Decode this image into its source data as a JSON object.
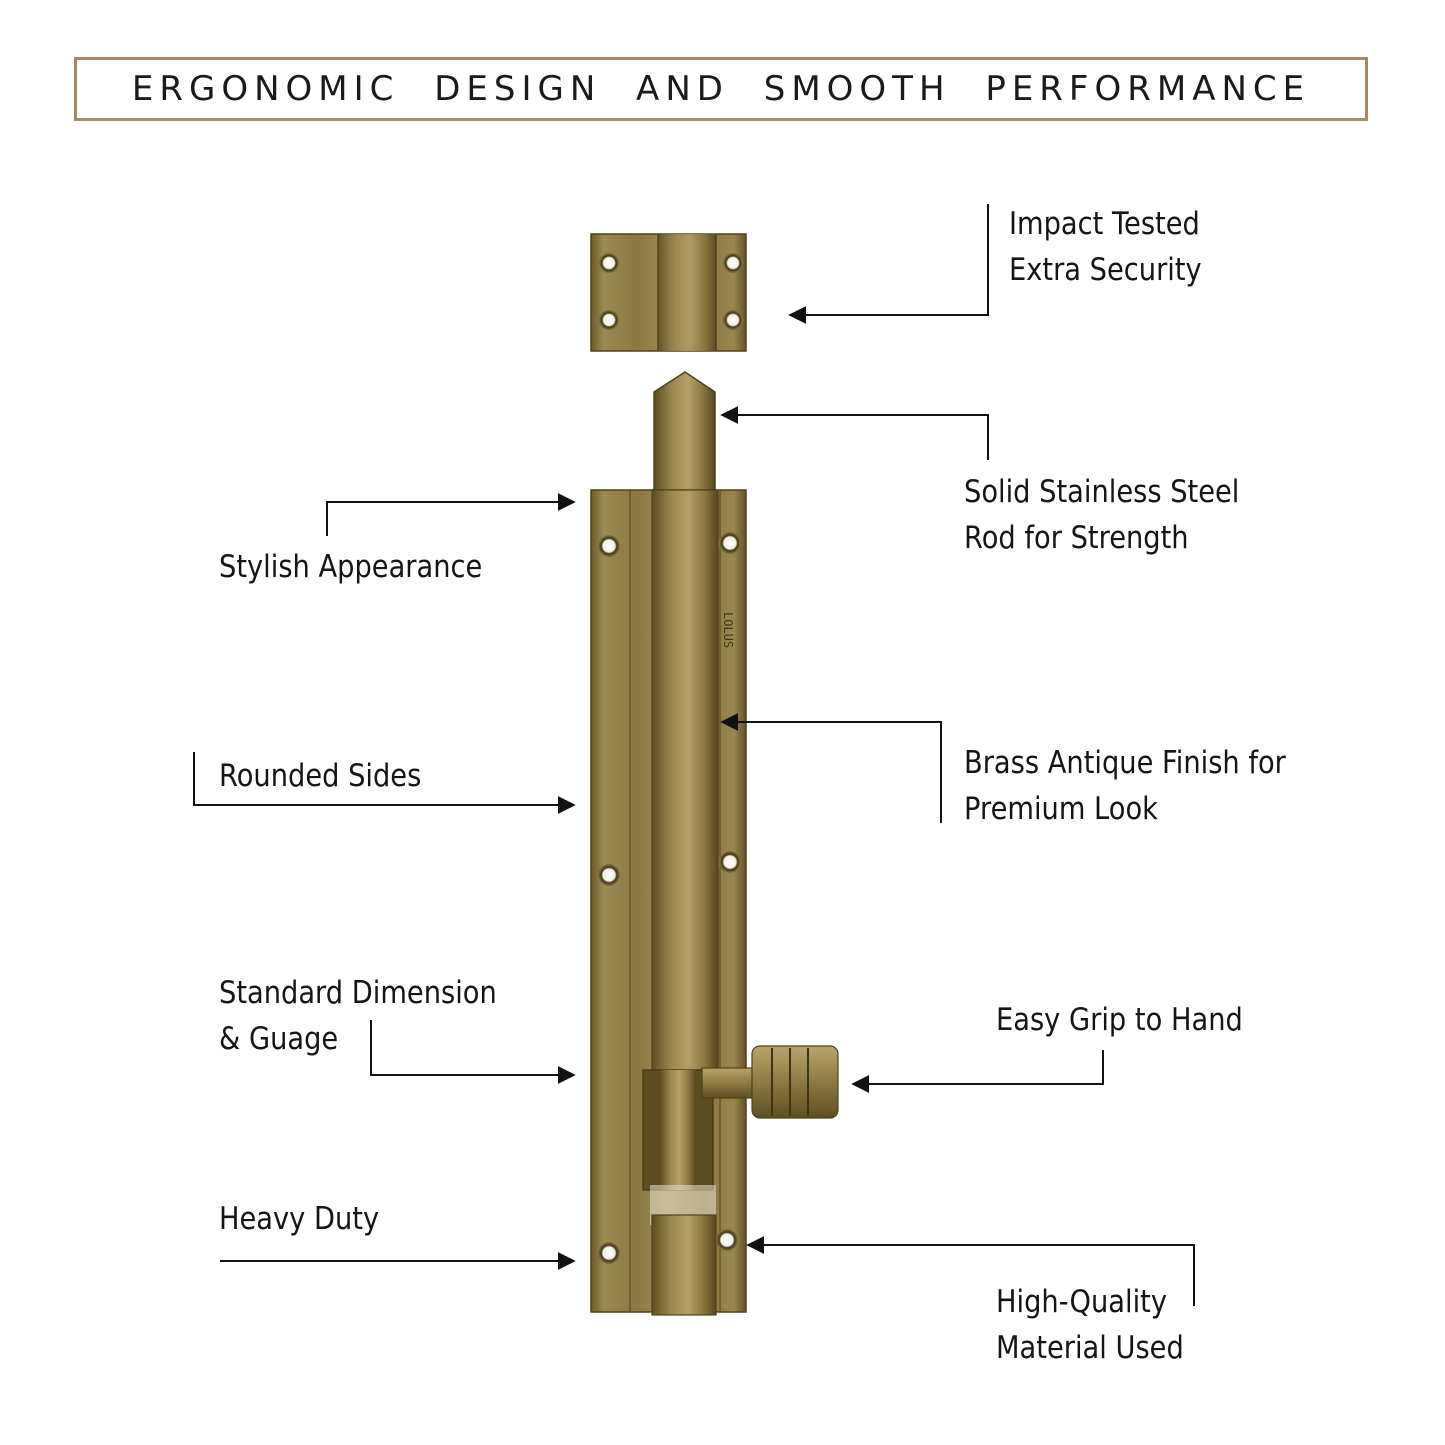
{
  "title": "ERGONOMIC DESIGN AND SMOOTH PERFORMANCE",
  "colors": {
    "frame": "#a58a63",
    "brass_dark": "#5e4f22",
    "brass_mid": "#8f7c45",
    "brass_light": "#b9a56b",
    "text": "#151515"
  },
  "brand_mark": "LOLUS",
  "callouts": {
    "impact": {
      "lines": [
        "Impact Tested",
        "Extra Security"
      ]
    },
    "rod": {
      "lines": [
        "Solid Stainless Steel",
        "Rod for Strength"
      ]
    },
    "stylish": {
      "lines": [
        "Stylish Appearance"
      ]
    },
    "rounded": {
      "lines": [
        "Rounded Sides"
      ]
    },
    "finish": {
      "lines": [
        "Brass Antique Finish for",
        "Premium Look"
      ]
    },
    "standard": {
      "lines": [
        "Standard Dimension",
        "& Guage"
      ]
    },
    "grip": {
      "lines": [
        "Easy Grip to Hand"
      ]
    },
    "heavy": {
      "lines": [
        "Heavy Duty"
      ]
    },
    "quality": {
      "lines": [
        "High-Quality",
        "Material Used"
      ]
    }
  }
}
